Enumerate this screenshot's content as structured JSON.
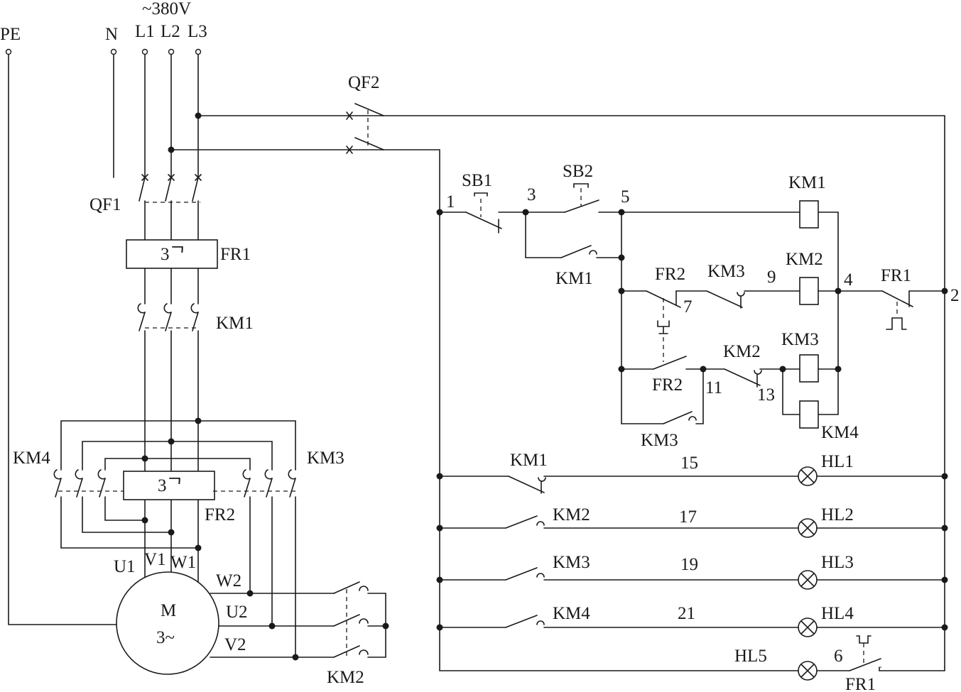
{
  "supply": {
    "voltage": "~380V",
    "pe": "PE",
    "n": "N",
    "l1": "L1",
    "l2": "L2",
    "l3": "L3"
  },
  "power_circuit": {
    "qf1": "QF1",
    "qf2": "QF2",
    "fr1": "FR1",
    "fr1_symbol": "3ᄀ",
    "km1": "KM1",
    "km4": "KM4",
    "km3": "KM3",
    "fr2": "FR2",
    "fr2_symbol": "3ᄀ",
    "km2": "KM2",
    "u1": "U1",
    "v1": "V1",
    "w1": "W1",
    "u2": "U2",
    "v2": "V2",
    "w2": "W2",
    "motor": "M",
    "motor_phase": "3~"
  },
  "control_circuit": {
    "sb1": "SB1",
    "sb2": "SB2",
    "km1_coil": "KM1",
    "km1_aux": "KM1",
    "fr2_nc": "FR2",
    "km3_nc": "KM3",
    "km2_coil": "KM2",
    "fr1_nc": "FR1",
    "km2_nc": "KM2",
    "km3_coil": "KM3",
    "km4_coil": "KM4",
    "fr2_no": "FR2",
    "km3_aux": "KM3",
    "nodes": {
      "n1": "1",
      "n2": "2",
      "n3": "3",
      "n4": "4",
      "n5": "5",
      "n6": "6",
      "n7": "7",
      "n9": "9",
      "n11": "11",
      "n13": "13",
      "n15": "15",
      "n17": "17",
      "n19": "19",
      "n21": "21"
    }
  },
  "indicator_circuit": {
    "km1": "KM1",
    "km2": "KM2",
    "km3": "KM3",
    "km4": "KM4",
    "hl1": "HL1",
    "hl2": "HL2",
    "hl3": "HL3",
    "hl4": "HL4",
    "hl5": "HL5",
    "fr1": "FR1"
  }
}
